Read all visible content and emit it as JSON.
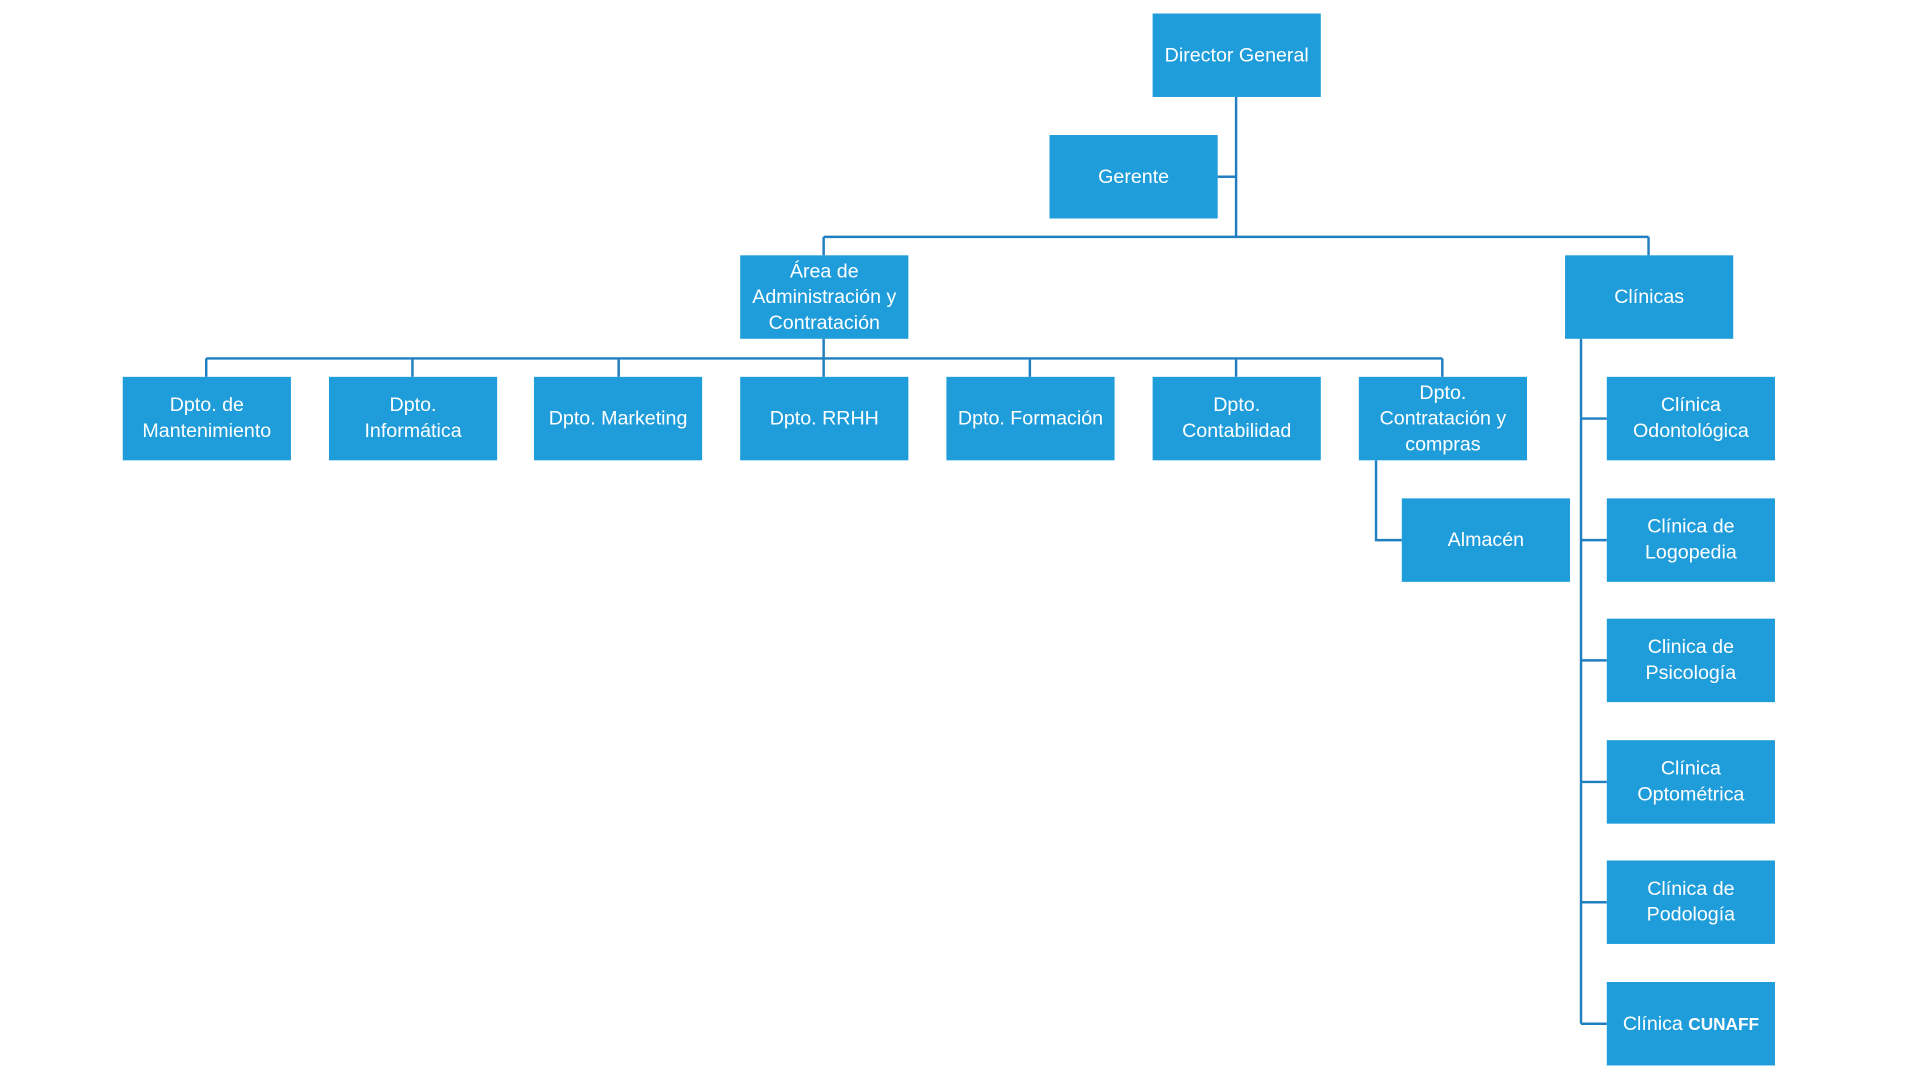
{
  "colors": {
    "box": "#1f9ddb",
    "line": "#1f7fc0",
    "text": "#ffffff",
    "background": "#ffffff"
  },
  "org_chart": {
    "director": "Director General",
    "gerente": "Gerente",
    "area_admin": "Área de\nAdministración y\nContratación",
    "clinicas": "Clínicas",
    "departments": [
      "Dpto. de\nMantenimiento",
      "Dpto.\nInformática",
      "Dpto. Marketing",
      "Dpto. RRHH",
      "Dpto. Formación",
      "Dpto.\nContabilidad",
      "Dpto.\nContratación y\ncompras"
    ],
    "almacen": "Almacén",
    "clinics": [
      "Clínica\nOdontológica",
      "Clínica de\nLogopedia",
      "Clinica de\nPsicología",
      "Clínica\nOptométrica",
      "Clínica de\nPodología"
    ],
    "cunaff_prefix": "Clínica",
    "cunaff_brand": "CUNAFF"
  }
}
